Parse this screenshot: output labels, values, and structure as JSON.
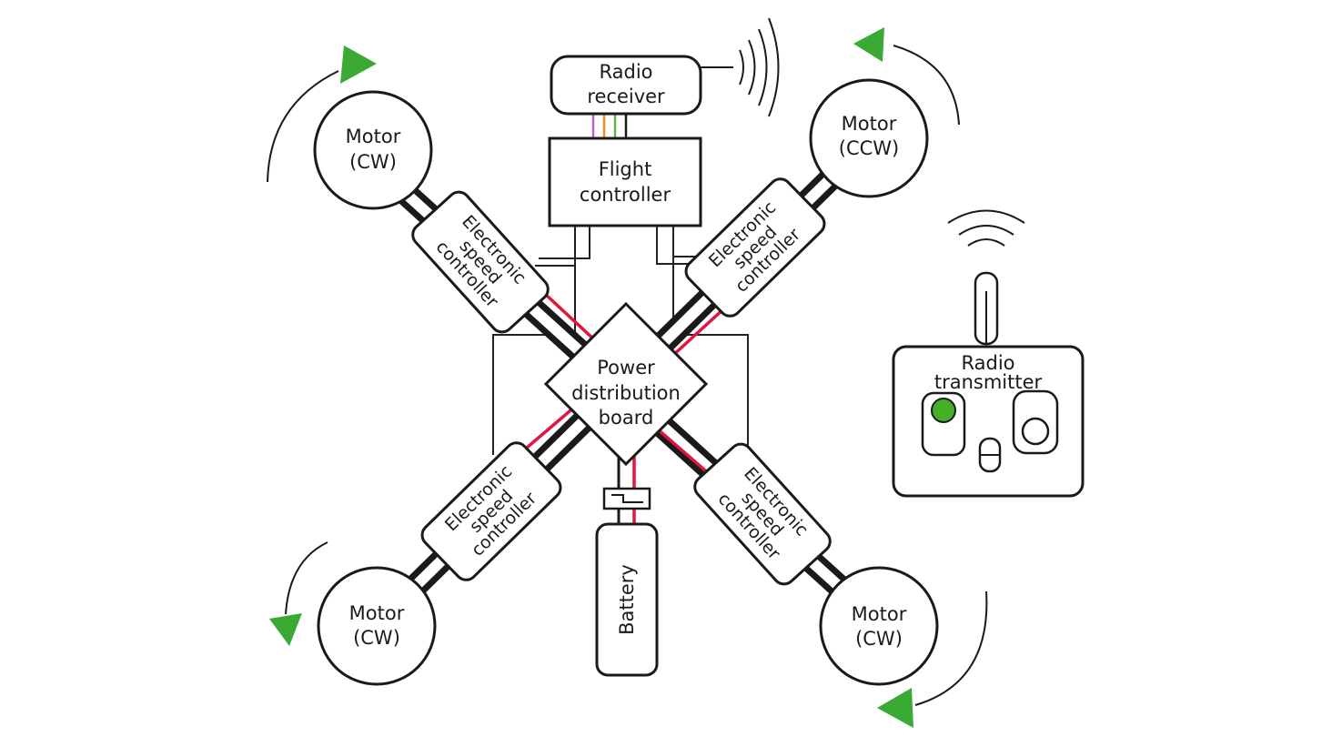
{
  "colors": {
    "arrow": "#3aaa35",
    "power_wire": "#e0163f",
    "indicator": "#43b02a",
    "signal_wires": [
      "#b565c8",
      "#f28c28",
      "#5ab847",
      "#1a1a1a"
    ]
  },
  "receiver": {
    "lines": [
      "Radio",
      "receiver"
    ]
  },
  "flight_controller": {
    "lines": [
      "Flight",
      "controller"
    ]
  },
  "pdb": {
    "lines": [
      "Power",
      "distribution",
      "board"
    ]
  },
  "battery": {
    "label": "Battery"
  },
  "transmitter": {
    "lines": [
      "Radio",
      "transmitter"
    ]
  },
  "motors": [
    {
      "id": "top-left",
      "lines": [
        "Motor",
        "(CW)"
      ]
    },
    {
      "id": "top-right",
      "lines": [
        "Motor",
        "(CCW)"
      ]
    },
    {
      "id": "bottom-left",
      "lines": [
        "Motor",
        "(CW)"
      ]
    },
    {
      "id": "bottom-right",
      "lines": [
        "Motor",
        "(CW)"
      ]
    }
  ],
  "escs": [
    {
      "id": "top-left",
      "lines": [
        "Electronic",
        "speed",
        "controller"
      ]
    },
    {
      "id": "top-right",
      "lines": [
        "Electronic",
        "speed",
        "controller"
      ]
    },
    {
      "id": "bottom-left",
      "lines": [
        "Electronic",
        "speed",
        "controller"
      ]
    },
    {
      "id": "bottom-right",
      "lines": [
        "Electronic",
        "speed",
        "controller"
      ]
    }
  ],
  "icons": [
    "rotation-arrow-icon",
    "signal-waves-icon",
    "antenna-icon",
    "connector-icon"
  ]
}
